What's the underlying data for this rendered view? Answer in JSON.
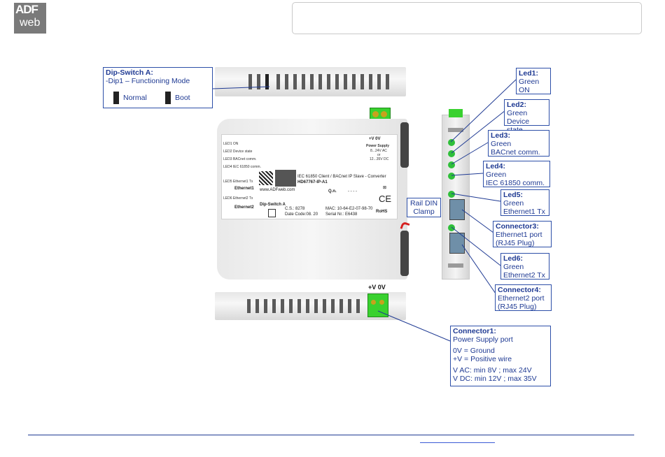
{
  "logo": {
    "line1": "ADF",
    "line2": "web"
  },
  "device": {
    "title": "IEC 61850 Client / BACnet IP Slave - Converter",
    "model": "HD67767-IP-A1",
    "website": "www.ADFweb.com",
    "qn_label": "Q.n.",
    "qn_value": "- - - -",
    "cs": "C.S.: 8278",
    "date_code": "Date Code:08. 20",
    "mac": "MAC: 10-64-E2-07-98-70",
    "serial": "Serial Nr.: E6438",
    "power_label": "+V  0V",
    "power_supply": "Power Supply",
    "power_range1": "8...24V AC",
    "power_or": "or",
    "power_range2": "12...35V DC",
    "dip_label": "Dip-Switch A",
    "led_labels": [
      "LED1 ON",
      "LED2 Device state",
      "LED3 BACnet comm.",
      "LED4 IEC 61850 comm."
    ],
    "eth1_led": "LED5 Ethernet1 Tx",
    "eth1": "Ethernet1",
    "eth2_led": "LED6 Ethernet2 Tx",
    "eth2": "Ethernet2",
    "ce": "CE",
    "rohs": "RoHS",
    "bottom_power": "+V 0V"
  },
  "callouts": {
    "dip": {
      "title": "Dip-Switch A:",
      "line1": "-Dip1 – Functioning Mode",
      "normal": "Normal",
      "boot": "Boot"
    },
    "rail": {
      "line1": "Rail DIN",
      "line2": "Clamp"
    },
    "led1": {
      "title": "Led1:",
      "line1": "Green",
      "line2": "ON"
    },
    "led2": {
      "title": "Led2:",
      "line1": "Green",
      "line2": "Device state"
    },
    "led3": {
      "title": "Led3:",
      "line1": "Green",
      "line2": "BACnet  comm."
    },
    "led4": {
      "title": "Led4:",
      "line1": "Green",
      "line2": "IEC 61850 comm."
    },
    "led5": {
      "title": "Led5:",
      "line1": "Green",
      "line2": "Ethernet1 Tx"
    },
    "conn3": {
      "title": "Connector3:",
      "line1": "Ethernet1 port",
      "line2": "(RJ45 Plug)"
    },
    "led6": {
      "title": "Led6:",
      "line1": "Green",
      "line2": "Ethernet2 Tx"
    },
    "conn4": {
      "title": "Connector4:",
      "line1": "Ethernet2 port",
      "line2": "(RJ45 Plug)"
    },
    "conn1": {
      "title": "Connector1:",
      "line1": "Power Supply port",
      "line2": "0V = Ground",
      "line3": "+V = Positive wire",
      "line4": "V AC: min 8V ; max 24V",
      "line5": "V DC: min 12V ; max 35V"
    }
  },
  "colors": {
    "accent": "#1f3a93",
    "led_green": "#2fbf3a",
    "connector_green": "#39d12f"
  }
}
